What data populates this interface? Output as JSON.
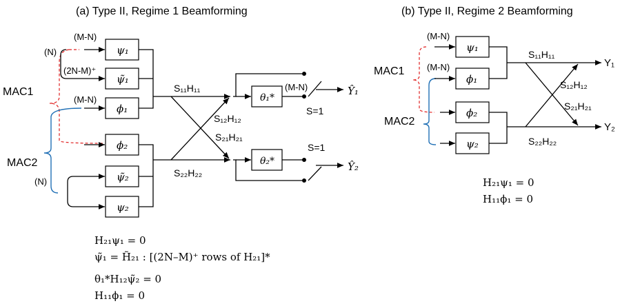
{
  "titles": {
    "left": "(a) Type II, Regime 1 Beamforming",
    "right": "(b) Type II, Regime 2 Beamforming"
  },
  "left": {
    "mac1": "MAC1",
    "mac2": "MAC2",
    "input_labels": [
      "(M-N)",
      "(N)",
      "(2N-M)⁺",
      "(M-N)",
      "(N)"
    ],
    "blocks": [
      "ψ₁",
      "ψ̃₁",
      "ϕ₁",
      "ϕ₂",
      "ψ̃₂",
      "ψ₂"
    ],
    "channels": [
      "S₁₁H₁₁",
      "S₁₂H₁₂",
      "S₂₁H₂₁",
      "S₂₂H₂₂"
    ],
    "theta": [
      "θ₁*",
      "θ₂*"
    ],
    "switch_label_top": "(M-N)",
    "switch": [
      "S=1",
      "S=1"
    ],
    "outputs": [
      "Ŷ₁",
      "Ŷ₂"
    ],
    "equations": [
      "H₂₁ψ₁ = 0",
      "ψ̃₁ = H̃₂₁ : [(2N–M)⁺ rows of H₂₁]*",
      "θ₁*H₁₂ψ̃₂ = 0",
      "H₁₁ϕ₁ = 0"
    ]
  },
  "right": {
    "mac1": "MAC1",
    "mac2": "MAC2",
    "input_labels": [
      "(M-N)",
      "(M-N)"
    ],
    "blocks": [
      "ψ₁",
      "ϕ₁",
      "ϕ₂",
      "ψ₂"
    ],
    "channels": [
      "S₁₁H₁₁",
      "S₁₂H₁₂",
      "S₂₁H₂₁",
      "S₂₂H₂₂"
    ],
    "outputs": [
      "Y₁",
      "Y₂"
    ],
    "equations": [
      "H₂₁ψ₁ = 0",
      "H₁₁ϕ₁ = 0"
    ]
  },
  "colors": {
    "mac1": "#e02020",
    "mac2": "#1f6fb5"
  }
}
